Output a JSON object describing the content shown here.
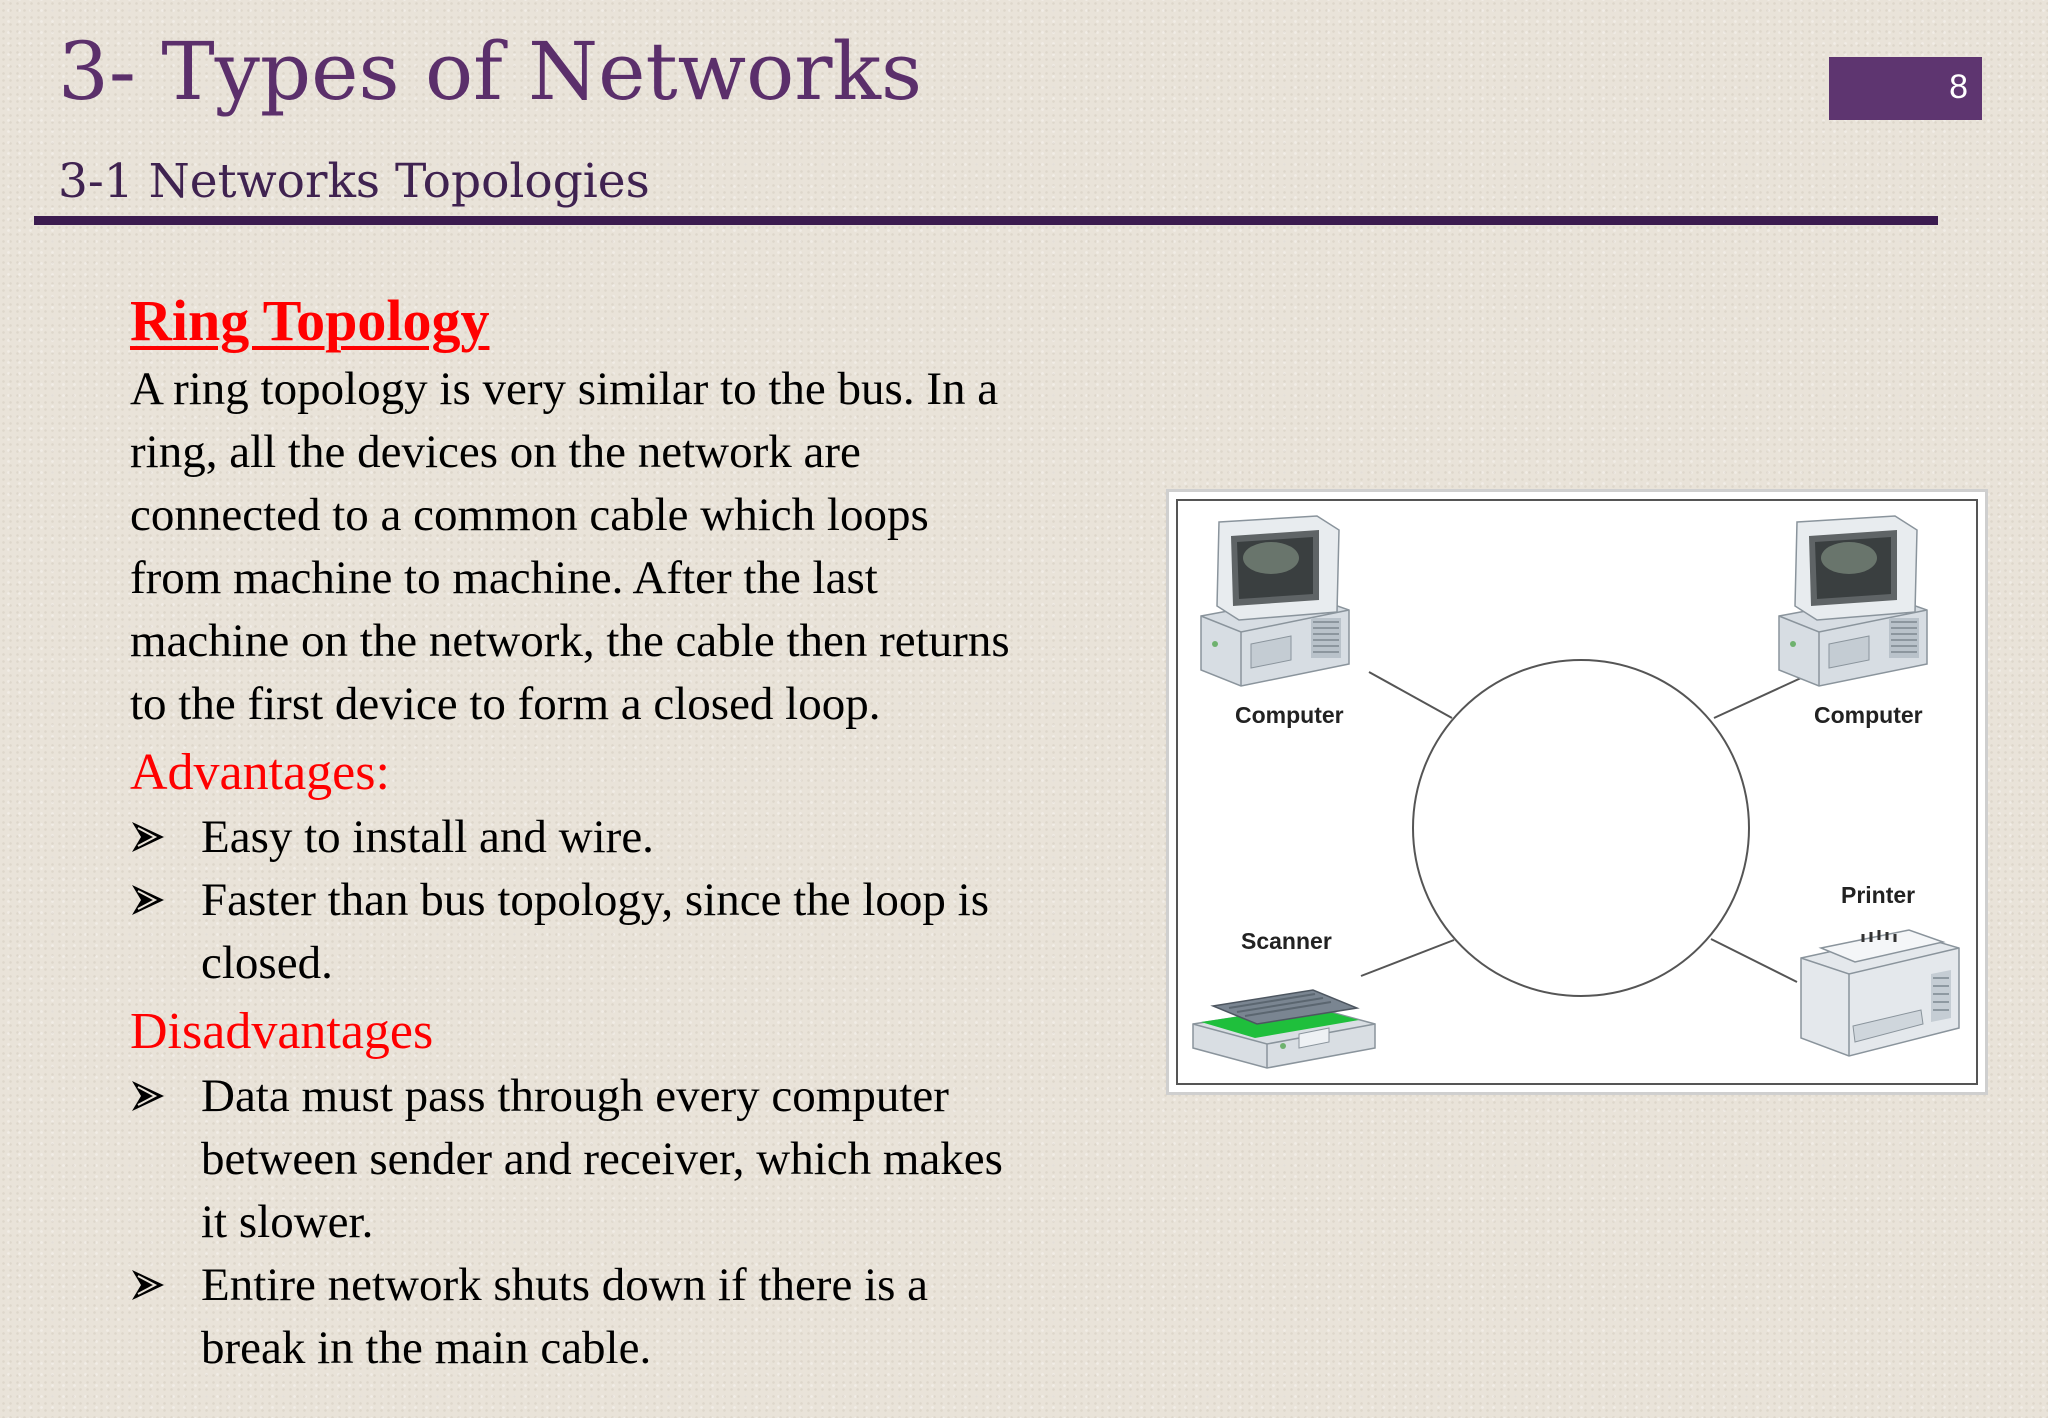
{
  "header": {
    "title": "3- Types of Networks",
    "subtitle": "3-1 Networks Topologies",
    "page_number": "8"
  },
  "content": {
    "heading": "Ring Topology",
    "paragraph_lines": [
      "A ring topology is very similar to the bus. In a",
      "ring, all the devices on the network are",
      "connected to a common cable which loops",
      "from machine to machine. After the last",
      "machine on the network, the cable then returns",
      "to the first device to form a closed loop."
    ],
    "advantages_heading": "Advantages:",
    "advantages": [
      {
        "lines": [
          "Easy to install and wire."
        ]
      },
      {
        "lines": [
          "Faster than bus topology, since the loop is",
          "closed."
        ]
      }
    ],
    "disadvantages_heading": "Disadvantages",
    "disadvantages": [
      {
        "lines": [
          "Data must pass through every computer",
          "between sender and receiver, which makes",
          "it slower."
        ]
      },
      {
        "lines": [
          "Entire network shuts down if there is a",
          "break in the main cable."
        ]
      }
    ]
  },
  "diagram": {
    "labels": {
      "computer_left": "Computer",
      "computer_right": "Computer",
      "printer": "Printer",
      "scanner": "Scanner"
    }
  },
  "colors": {
    "title": "#5b2f6b",
    "accent_bar": "#3b1b4f",
    "page_box": "#5e3570",
    "section_red": "#ff0000"
  },
  "icons": {
    "bullet": "arrowhead-bullet-icon"
  }
}
